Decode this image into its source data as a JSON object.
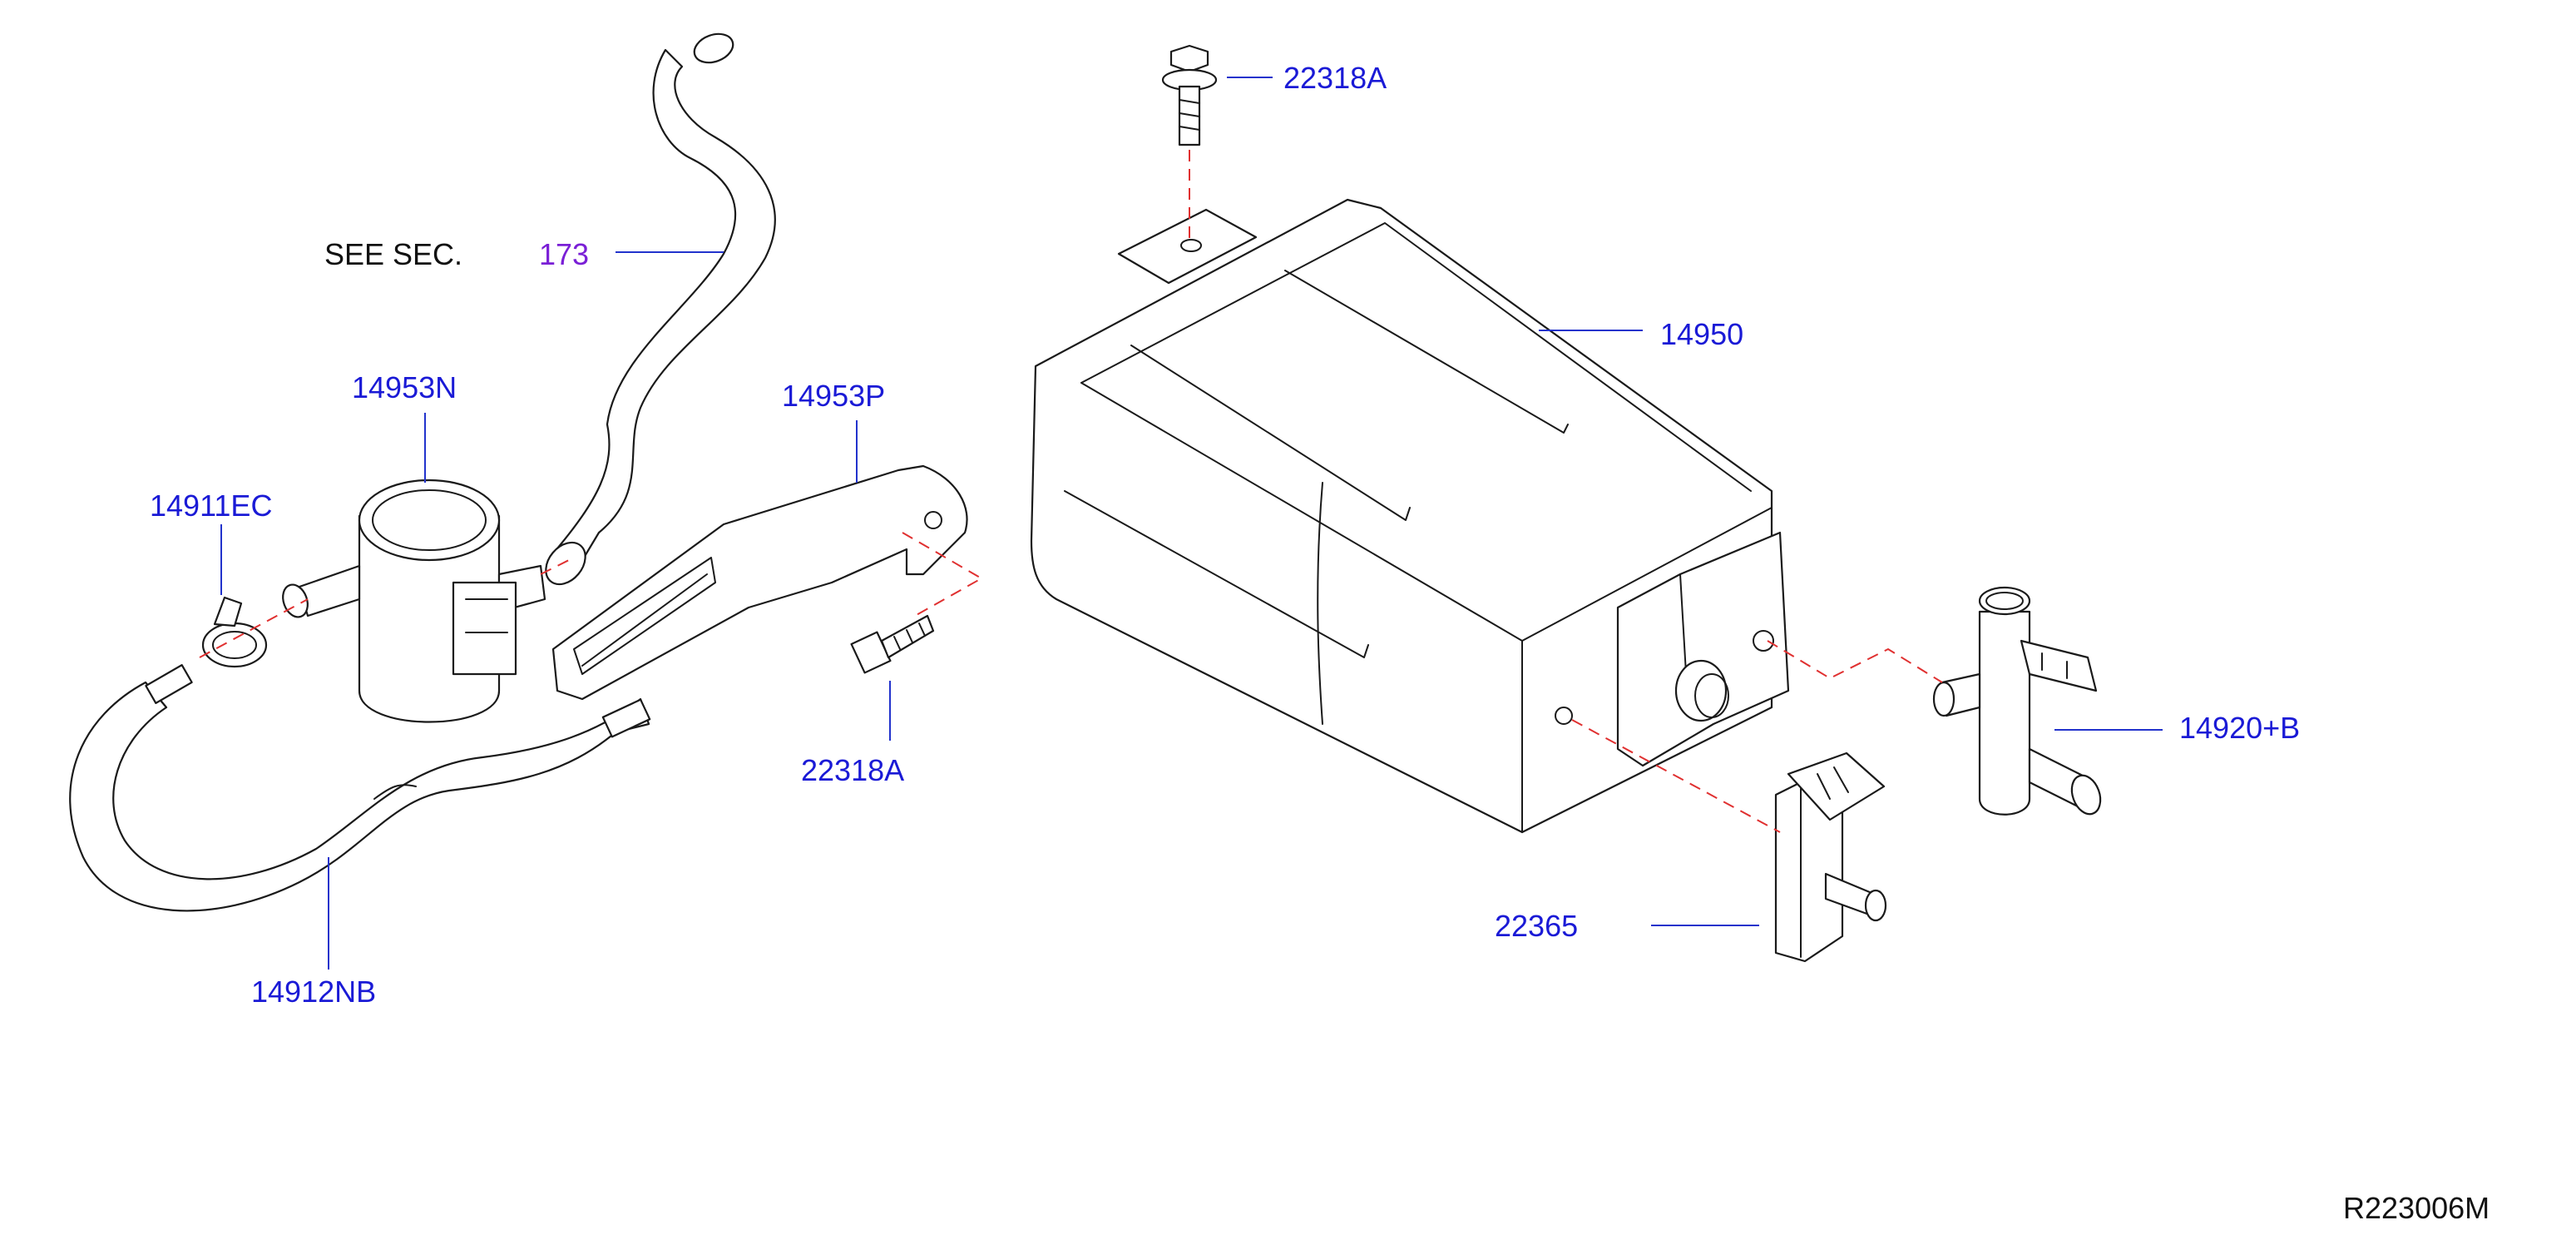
{
  "see_section": {
    "prefix": "SEE   SEC.",
    "number": "173"
  },
  "parts": {
    "bolt_top": "22318A",
    "canister": "14950",
    "filter": "14953N",
    "clamp": "14911EC",
    "bracket": "14953P",
    "bolt_bracket": "22318A",
    "hose": "14912NB",
    "vent_valve": "14920+B",
    "sensor": "22365"
  },
  "reference_code": "R223006M",
  "colors": {
    "label": "#1a1ad6",
    "section_number": "#7a1fd6",
    "dashed_lines": "#e03030",
    "outline": "#1a1a1a"
  }
}
